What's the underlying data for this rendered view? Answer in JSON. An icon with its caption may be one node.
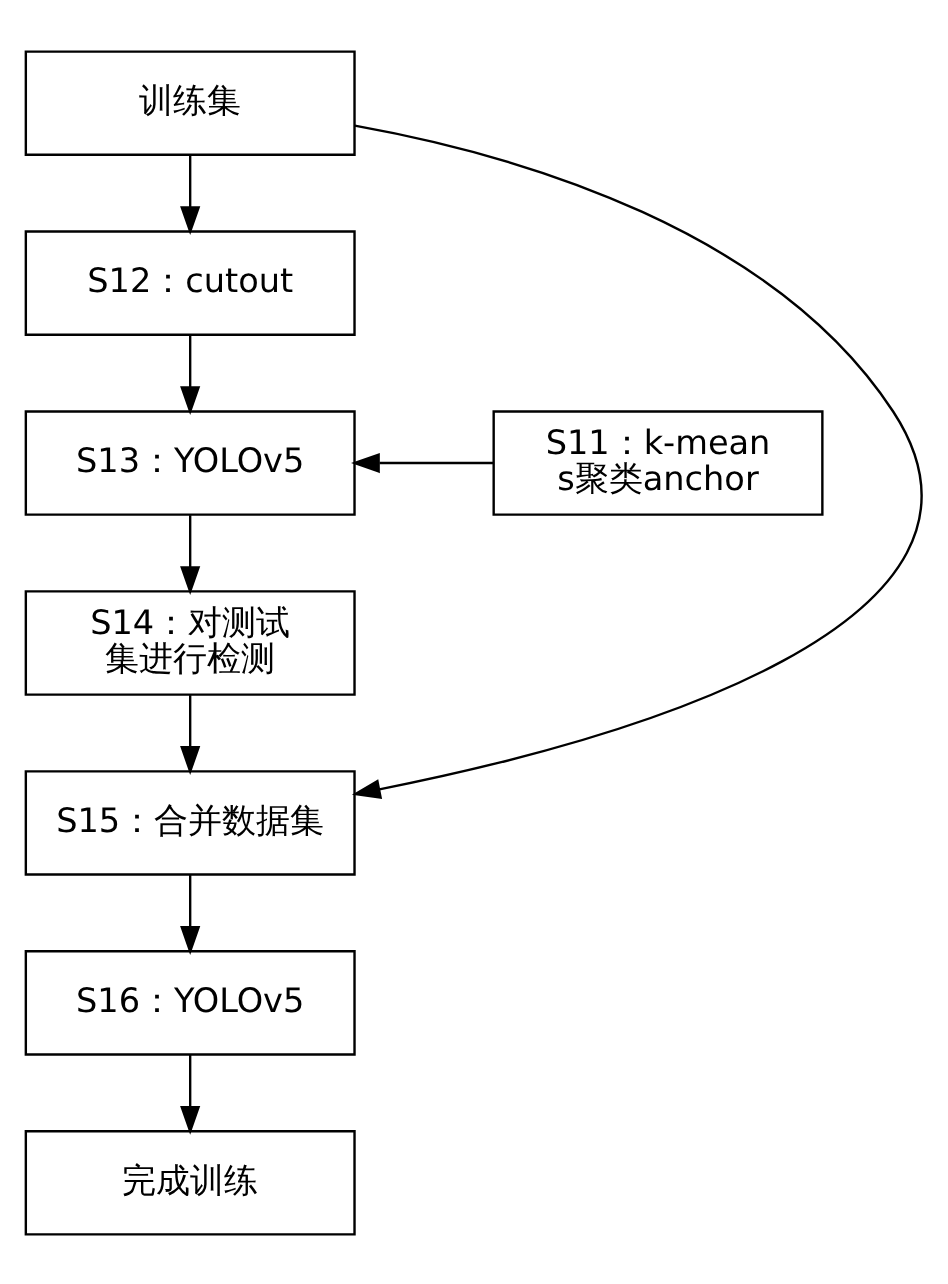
{
  "diagram": {
    "nodes": [
      {
        "text": [
          "训练集"
        ]
      },
      {
        "text": [
          "S12：cutout"
        ]
      },
      {
        "text": [
          "S13：YOLOv5"
        ]
      },
      {
        "text": [
          "S11：k-means聚类anchor"
        ]
      },
      {
        "text": [
          "S14：对测试集进行检测"
        ]
      },
      {
        "text": [
          "S15：合并数据集"
        ]
      },
      {
        "text": [
          "S16：YOLOv5"
        ]
      },
      {
        "text": [
          "完成训练"
        ]
      }
    ],
    "edges": [
      {
        "from": 0,
        "to": 1,
        "arrow": "to"
      },
      {
        "from": 1,
        "to": 2,
        "arrow": "to"
      },
      {
        "from": 3,
        "to": 2,
        "arrow": "to"
      },
      {
        "from": 2,
        "to": 4,
        "arrow": "to"
      },
      {
        "from": 4,
        "to": 5,
        "arrow": "to"
      },
      {
        "from": 0,
        "to": 5,
        "arrow": "to"
      },
      {
        "from": 5,
        "to": 6,
        "arrow": "to"
      },
      {
        "from": 6,
        "to": 7,
        "arrow": "to"
      }
    ]
  }
}
